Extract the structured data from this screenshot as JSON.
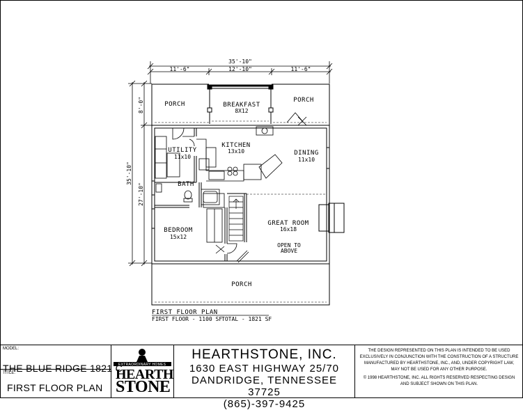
{
  "plan": {
    "overall_width": "35'-10\"",
    "segment_widths": [
      "11'-6\"",
      "12'-10\"",
      "11'-6\""
    ],
    "overall_depth": "35'-10\"",
    "depth_porch": "8'-0\"",
    "depth_main": "27'-10\"",
    "caption_title": "FIRST FLOOR PLAN",
    "caption_area_first": "FIRST FLOOR - 1100 SF",
    "caption_area_total": "TOTAL - 1821 SF"
  },
  "rooms": {
    "porch_left": "PORCH",
    "breakfast": "BREAKFAST",
    "breakfast_size": "8X12",
    "porch_right": "PORCH",
    "kitchen": "KITCHEN",
    "kitchen_size": "13x10",
    "utility": "UTILITY",
    "utility_size": "11x10",
    "dining": "DINING",
    "dining_size": "11x10",
    "bath": "BATH",
    "bedroom": "BEDROOM",
    "bedroom_size": "15x12",
    "great_room": "GREAT ROOM",
    "great_room_size": "16x18",
    "open_to_line1": "OPEN TO",
    "open_to_line2": "ABOVE",
    "porch_front": "PORCH"
  },
  "title_block": {
    "model_label": "MODEL:",
    "model_name": "THE BLUE RIDGE 1821 C",
    "title_label": "TITLE:",
    "title_name": "FIRST FLOOR PLAN",
    "logo_tagline": "EXTRAORDINARY HOMES",
    "logo_word1": "HEARTH",
    "logo_word2": "STONE",
    "company": "HEARTHSTONE, INC.",
    "address1": "1630 EAST HIGHWAY 25/70",
    "address2": "DANDRIDGE, TENNESSEE  37725",
    "phone": "(865)-397-9425",
    "note1": "THE DESIGN REPRESENTED ON THIS PLAN IS INTENDED TO BE USED EXCLUSIVELY IN CONJUNCTION WITH THE CONSTRUCTION OF A STRUCTURE MANUFACTURED BY HEARTHSTONE, INC., AND, UNDER COPYRIGHT LAW, MAY NOT BE USED FOR ANY OTHER PURPOSE.",
    "note2": "© 1998 HEARTHSTONE, INC. ALL RIGHTS RESERVED RESPECTING DESIGN AND SUBJECT SHOWN ON THIS PLAN."
  }
}
